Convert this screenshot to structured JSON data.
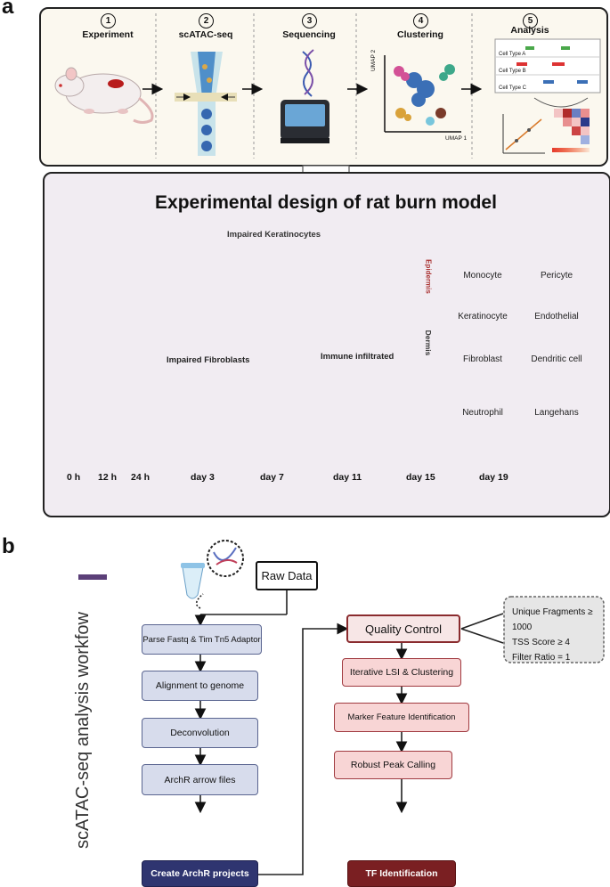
{
  "panel_a": {
    "letter": "a",
    "steps": [
      {
        "num": "1",
        "title": "Experiment"
      },
      {
        "num": "2",
        "title": "scATAC-seq"
      },
      {
        "num": "3",
        "title": "Sequencing"
      },
      {
        "num": "4",
        "title": "Clustering"
      },
      {
        "num": "5",
        "title": "Analysis"
      }
    ],
    "umap_x": "UMAP 1",
    "umap_y": "UMAP 2",
    "analysis_rows": [
      "Cell Type A",
      "Cell Type B",
      "Cell Type C"
    ],
    "design_title": "Experimental design of rat burn model",
    "labels": {
      "keratinocytes": "Impaired Keratinocytes",
      "fibroblasts": "Impaired Fibroblasts",
      "immune": "Immune infiltrated",
      "epidermis": "Epidermis",
      "dermis": "Dermis"
    },
    "cells": [
      "Monocyte",
      "Pericyte",
      "Keratinocyte",
      "Endothelial",
      "Fibroblast",
      "Dendritic cell",
      "Neutrophil",
      "Langehans"
    ],
    "timeline": [
      "0 h",
      "12 h",
      "24 h",
      "day 3",
      "day 7",
      "day 11",
      "day 15",
      "day 19"
    ]
  },
  "panel_b": {
    "letter": "b",
    "sidebar": "scATAC-seq analysis workfow",
    "raw_data": "Raw Data",
    "left_steps": [
      "Parse Fastq & Tim Tn5 Adaptor",
      "Alignment to genome",
      "Deconvolution",
      "ArchR arrow files",
      "Create ArchR projects"
    ],
    "right_steps": [
      "Quality Control",
      "Iterative LSI & Clustering",
      "Marker Feature Identification",
      "Robust Peak Calling",
      "TF Identification"
    ],
    "qc_criteria": [
      "Unique Fragments ≥ 1000",
      "TSS Score ≥ 4",
      "Filter Ratio = 1"
    ]
  },
  "colors": {
    "dark_blue": "#2f3570",
    "dark_red": "#7a1f22",
    "sidebar_bar": "#5b3f78"
  }
}
